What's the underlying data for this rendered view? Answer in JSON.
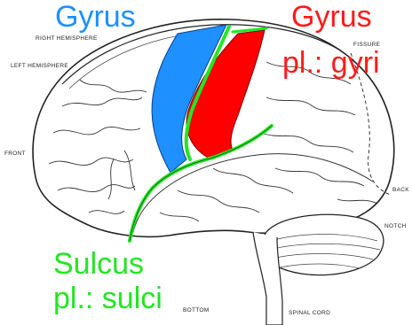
{
  "labels": {
    "gyrus_blue": "Gyrus",
    "gyrus_red_line1": "Gyrus",
    "gyrus_red_line2": "pl.: gyri",
    "sulcus_line1": "Sulcus",
    "sulcus_line2": "pl.: sulci"
  },
  "anatomy_labels": {
    "right_hemisphere": "RIGHT HEMISPHERE",
    "left_hemisphere": "LEFT HEMISPHERE",
    "front": "FRONT",
    "back": "BACK",
    "notch": "NOTCH",
    "bottom": "BOTTOM",
    "spinal_cord": "SPINAL CORD",
    "fissure": "FISSURE"
  },
  "colors": {
    "gyrus_blue": "#1e90ff",
    "gyrus_red": "#ff0000",
    "sulcus_green": "#22e622",
    "ink": "#222222"
  }
}
